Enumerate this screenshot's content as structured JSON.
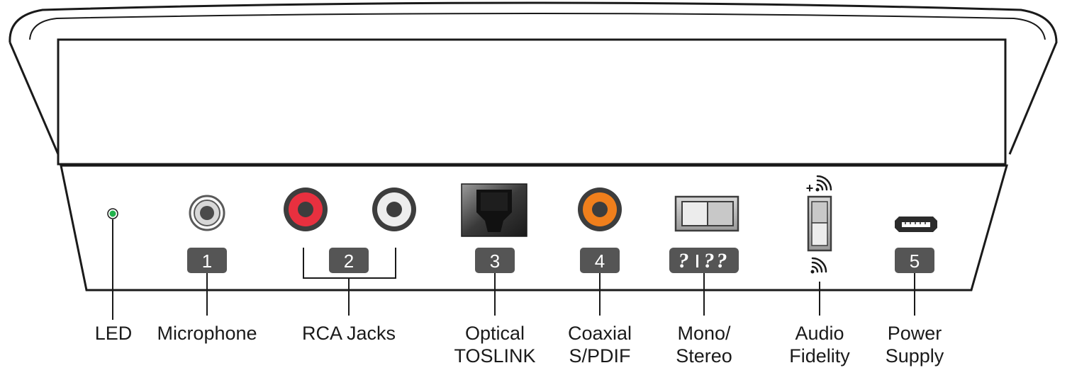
{
  "ports": [
    {
      "id": "led",
      "number": "",
      "label_lines": [
        "LED"
      ],
      "color": "#22b24c"
    },
    {
      "id": "microphone",
      "number": "1",
      "label_lines": [
        "Microphone"
      ],
      "color": "#4a4a4a"
    },
    {
      "id": "rca",
      "number": "2",
      "label_lines": [
        "RCA Jacks"
      ],
      "color_left": "#e8303f",
      "color_right": "#ededed"
    },
    {
      "id": "optical",
      "number": "3",
      "label_lines": [
        "Optical",
        "TOSLINK"
      ],
      "color": "#2b2b2b"
    },
    {
      "id": "coaxial",
      "number": "4",
      "label_lines": [
        "Coaxial",
        "S/PDIF"
      ],
      "color": "#f07f1c"
    },
    {
      "id": "mono-stereo",
      "number": "",
      "label_lines": [
        "Mono/",
        "Stereo"
      ],
      "icon": "ear-mono-stereo-icon"
    },
    {
      "id": "audio-fidelity",
      "number": "",
      "label_lines": [
        "Audio",
        "Fidelity"
      ],
      "plus_sign": "+",
      "icon": "signal-waves-icon"
    },
    {
      "id": "power",
      "number": "5",
      "label_lines": [
        "Power",
        "Supply"
      ],
      "icon": "micro-usb-port-icon"
    }
  ],
  "colors": {
    "badge": "#555555",
    "outline": "#1a1a1a",
    "shell": "#ffffff"
  }
}
